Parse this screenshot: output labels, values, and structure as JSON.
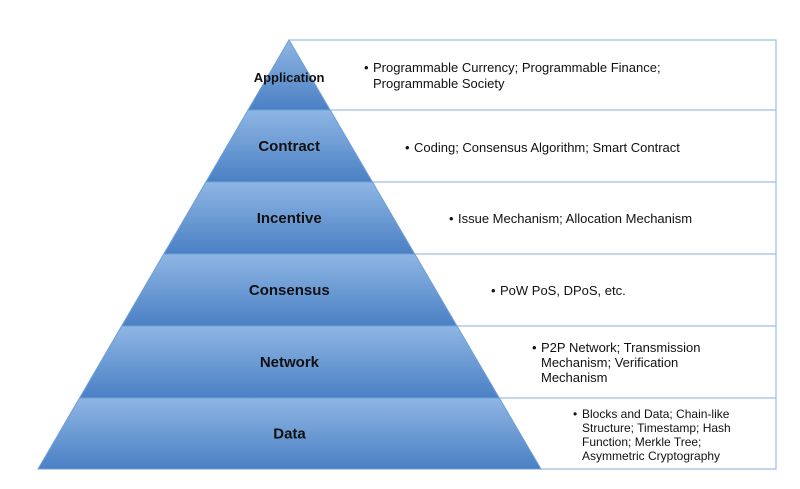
{
  "colors": {
    "fill_top": "#8fb6e4",
    "fill_bottom": "#4a80c4",
    "stroke": "#6f9ed6",
    "row_border": "#9dbde0"
  },
  "layers": [
    {
      "label": "Application",
      "bullet": "•",
      "desc_lines": [
        "Programmable Currency; Programmable Finance;",
        "Programmable Society"
      ]
    },
    {
      "label": "Contract",
      "bullet": "•",
      "desc_lines": [
        "Coding; Consensus Algorithm; Smart Contract"
      ]
    },
    {
      "label": "Incentive",
      "bullet": "•",
      "desc_lines": [
        "Issue Mechanism; Allocation Mechanism"
      ]
    },
    {
      "label": "Consensus",
      "bullet": "•",
      "desc_lines": [
        "PoW PoS, DPoS, etc."
      ]
    },
    {
      "label": "Network",
      "bullet": "•",
      "desc_lines": [
        "P2P Network; Transmission",
        "Mechanism; Verification",
        "Mechanism"
      ]
    },
    {
      "label": "Data",
      "bullet": "•",
      "desc_lines": [
        "Blocks and Data; Chain-like",
        "Structure; Timestamp; Hash",
        "Function; Merkle Tree;",
        "Asymmetric Cryptography"
      ]
    }
  ]
}
